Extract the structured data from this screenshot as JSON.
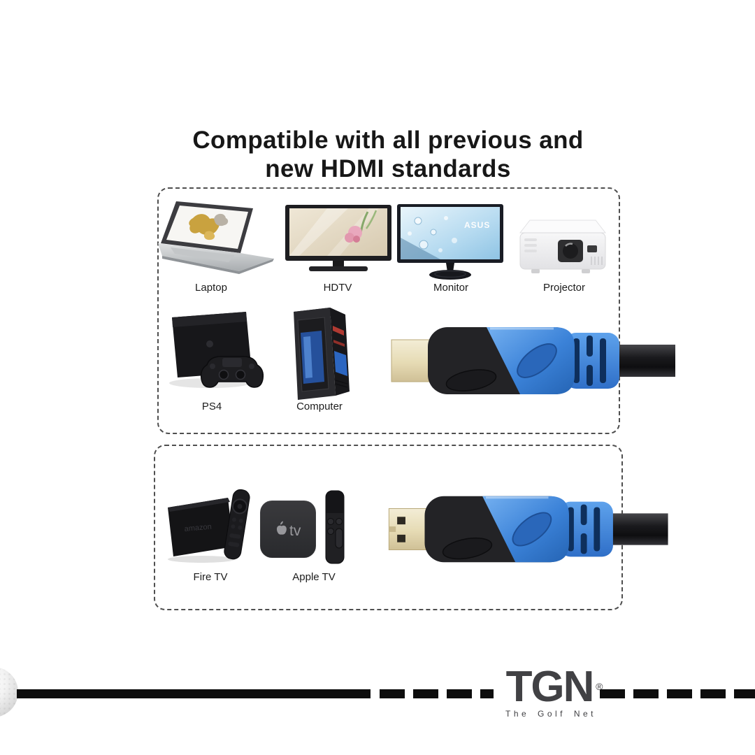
{
  "title": {
    "line1": "Compatible with all previous and",
    "line2": "new HDMI standards"
  },
  "compatibility_box_1": {
    "devices": [
      {
        "label": "Laptop"
      },
      {
        "label": "HDTV"
      },
      {
        "label": "Monitor"
      },
      {
        "label": "Projector"
      },
      {
        "label": "PS4"
      },
      {
        "label": "Computer"
      }
    ]
  },
  "compatibility_box_2": {
    "devices": [
      {
        "label": "Fire TV"
      },
      {
        "label": "Apple TV"
      }
    ]
  },
  "device_artwork_text": {
    "monitor_brand": "ASUS",
    "fire_tv_brand": "amazon",
    "apple_tv_logo": "tv"
  },
  "brand": {
    "name": "TGN",
    "registered_mark": "®",
    "tagline": "The Golf Net"
  },
  "colors": {
    "cable_blue": "#3b82d8",
    "cable_blue_dark": "#2564b4",
    "connector_gold": "#e6dbb4",
    "connector_black": "#232326",
    "dashed_border_gray": "#4f4f4f",
    "brand_gray": "#414144",
    "line_black": "#0d0d0d",
    "background": "#ffffff"
  }
}
